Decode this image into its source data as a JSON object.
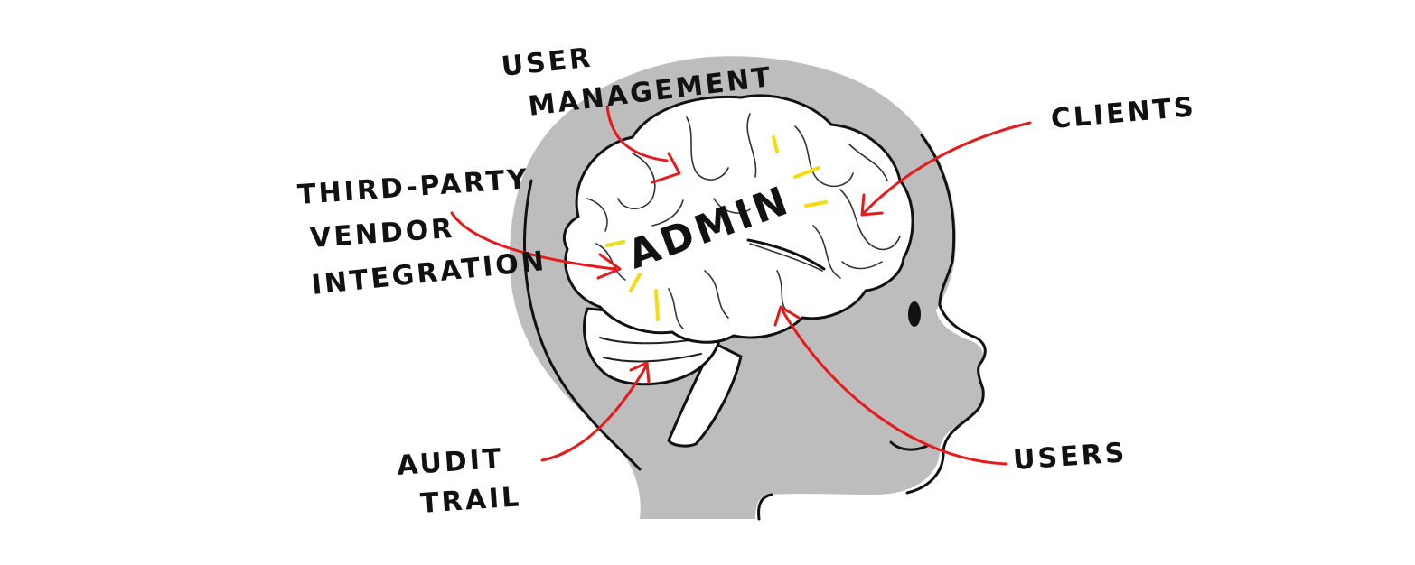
{
  "diagram": {
    "center_label": "ADMIN",
    "labels": {
      "user_management_line1": "USER",
      "user_management_line2": "MANAGEMENT",
      "third_party_line1": "THIRD-PARTY",
      "third_party_line2": "VENDOR",
      "third_party_line3": "INTEGRATION",
      "audit_trail_line1": "AUDIT",
      "audit_trail_line2": "TRAIL",
      "clients": "CLIENTS",
      "users": "USERS"
    },
    "colors": {
      "head": "#bdbdbd",
      "brain": "#ffffff",
      "outline": "#111111",
      "arrow": "#e8191b",
      "spark": "#f3dc12"
    }
  }
}
